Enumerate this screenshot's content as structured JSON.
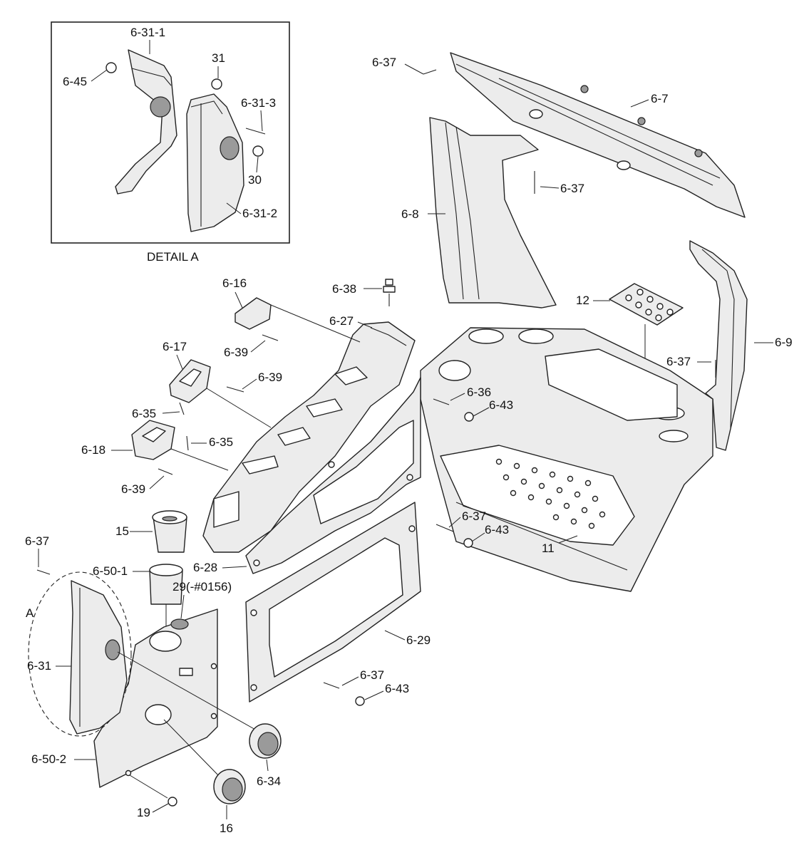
{
  "detail": {
    "caption": "DETAIL A"
  },
  "labels": {
    "l_6_31_1": "6-31-1",
    "l_31": "31",
    "l_6_45": "6-45",
    "l_6_31_3": "6-31-3",
    "l_30": "30",
    "l_6_31_2": "6-31-2",
    "l_6_37_top": "6-37",
    "l_6_7": "6-7",
    "l_6_37_pillar": "6-37",
    "l_6_8": "6-8",
    "l_6_16": "6-16",
    "l_6_38": "6-38",
    "l_12": "12",
    "l_6_27": "6-27",
    "l_6_39_a": "6-39",
    "l_6_17": "6-17",
    "l_6_39_b": "6-39",
    "l_6_37_right": "6-37",
    "l_6_9": "6-9",
    "l_6_36": "6-36",
    "l_6_43_a": "6-43",
    "l_6_35_a": "6-35",
    "l_6_35_b": "6-35",
    "l_6_18": "6-18",
    "l_6_39_c": "6-39",
    "l_15": "15",
    "l_6_37_mid": "6-37",
    "l_6_43_b": "6-43",
    "l_11": "11",
    "l_6_37_left": "6-37",
    "l_6_50_1": "6-50-1",
    "l_6_28": "6-28",
    "l_29": "29(-#0156)",
    "l_A": "A",
    "l_6_31": "6-31",
    "l_6_29": "6-29",
    "l_6_37_low": "6-37",
    "l_6_43_c": "6-43",
    "l_6_50_2": "6-50-2",
    "l_6_34": "6-34",
    "l_19": "19",
    "l_16": "16"
  }
}
